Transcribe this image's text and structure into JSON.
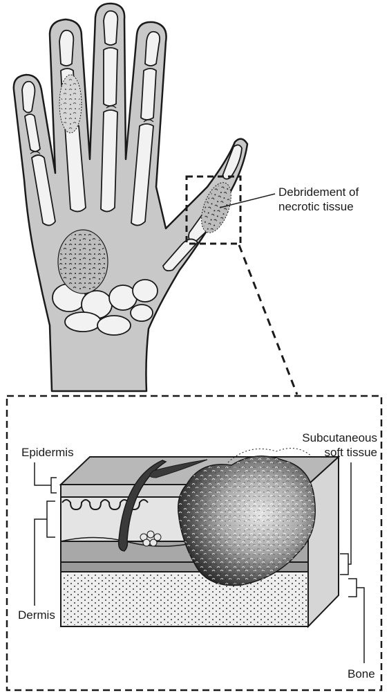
{
  "labels": {
    "debridement": [
      "Debridement of",
      "necrotic tissue"
    ],
    "subcutaneous": [
      "Subcutaneous",
      "soft tissue"
    ],
    "epidermis": "Epidermis",
    "dermis": "Dermis",
    "bone": "Bone"
  },
  "colors": {
    "hand_fill": "#c8c8c8",
    "bone_fill": "#f2f2f2",
    "outline": "#1a1a1a",
    "necrotic_light": "#bdbdbd",
    "necrotic_dark": "#2a2a2a"
  },
  "icons": {
    "hand": "hand-xray-illustration",
    "skin_block": "skin-cross-section-illustration"
  }
}
